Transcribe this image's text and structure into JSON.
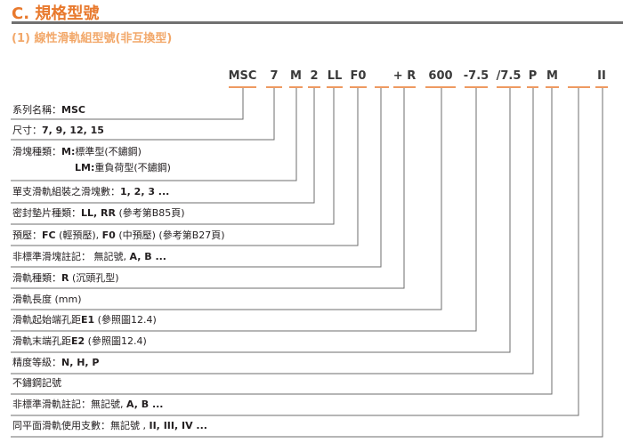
{
  "header": {
    "title": "C. 規格型號",
    "subtitle": "(1) 線性滑軌組型號(非互換型)"
  },
  "colors": {
    "accent": "#e8792d",
    "subtitle": "#f2a86a",
    "line": "#6d6d6d"
  },
  "code_segments": [
    "MSC",
    "7",
    "M",
    "2",
    "LL",
    "F0",
    "",
    "+ R",
    "600",
    "-7.5",
    "/7.5",
    "P",
    "M",
    "",
    "II"
  ],
  "rows": [
    {
      "parts": [
        {
          "t": "系列名稱：",
          "b": false
        },
        {
          "t": "MSC",
          "b": true
        }
      ]
    },
    {
      "parts": [
        {
          "t": "尺寸：",
          "b": false
        },
        {
          "t": "7, 9, 12, 15",
          "b": true
        }
      ]
    },
    {
      "parts": [
        {
          "t": "滑塊種類：",
          "b": false
        },
        {
          "t": "M:",
          "b": true
        },
        {
          "t": "標準型(不鏽鋼)",
          "b": false
        }
      ],
      "line2": [
        {
          "t": "LM:",
          "b": true
        },
        {
          "t": "重負荷型(不鏽鋼)",
          "b": false
        }
      ]
    },
    {
      "parts": [
        {
          "t": "單支滑軌組裝之滑塊數：",
          "b": false
        },
        {
          "t": "1, 2, 3 ...",
          "b": true
        }
      ]
    },
    {
      "parts": [
        {
          "t": "密封墊片種類：",
          "b": false
        },
        {
          "t": "LL, RR",
          "b": true
        },
        {
          "t": " (參考第B85頁)",
          "b": false
        }
      ]
    },
    {
      "parts": [
        {
          "t": "預壓：",
          "b": false
        },
        {
          "t": "FC",
          "b": true
        },
        {
          "t": " (輕預壓), ",
          "b": false
        },
        {
          "t": "F0",
          "b": true
        },
        {
          "t": " (中預壓) (參考第B27頁)",
          "b": false
        }
      ]
    },
    {
      "parts": [
        {
          "t": "非標準滑塊註記： 無記號, ",
          "b": false
        },
        {
          "t": "A, B ...",
          "b": true
        }
      ]
    },
    {
      "parts": [
        {
          "t": "滑軌種類：",
          "b": false
        },
        {
          "t": "R",
          "b": true
        },
        {
          "t": " (沉頭孔型)",
          "b": false
        }
      ]
    },
    {
      "parts": [
        {
          "t": "滑軌長度 (mm)",
          "b": false
        }
      ]
    },
    {
      "parts": [
        {
          "t": "滑軌起始端孔距",
          "b": false
        },
        {
          "t": "E1",
          "b": true
        },
        {
          "t": " (參照圖12.4)",
          "b": false
        }
      ]
    },
    {
      "parts": [
        {
          "t": "滑軌末端孔距",
          "b": false
        },
        {
          "t": "E2",
          "b": true
        },
        {
          "t": " (參照圖12.4)",
          "b": false
        }
      ]
    },
    {
      "parts": [
        {
          "t": "精度等級：",
          "b": false
        },
        {
          "t": "N, H, P",
          "b": true
        }
      ]
    },
    {
      "parts": [
        {
          "t": "不鏽鋼記號",
          "b": false
        }
      ]
    },
    {
      "parts": [
        {
          "t": "非標準滑軌註記：無記號, ",
          "b": false
        },
        {
          "t": "A, B ...",
          "b": true
        }
      ]
    },
    {
      "parts": [
        {
          "t": "同平面滑軌使用支數：無記號 , ",
          "b": false
        },
        {
          "t": "II, III, IV ...",
          "b": true
        }
      ]
    }
  ]
}
